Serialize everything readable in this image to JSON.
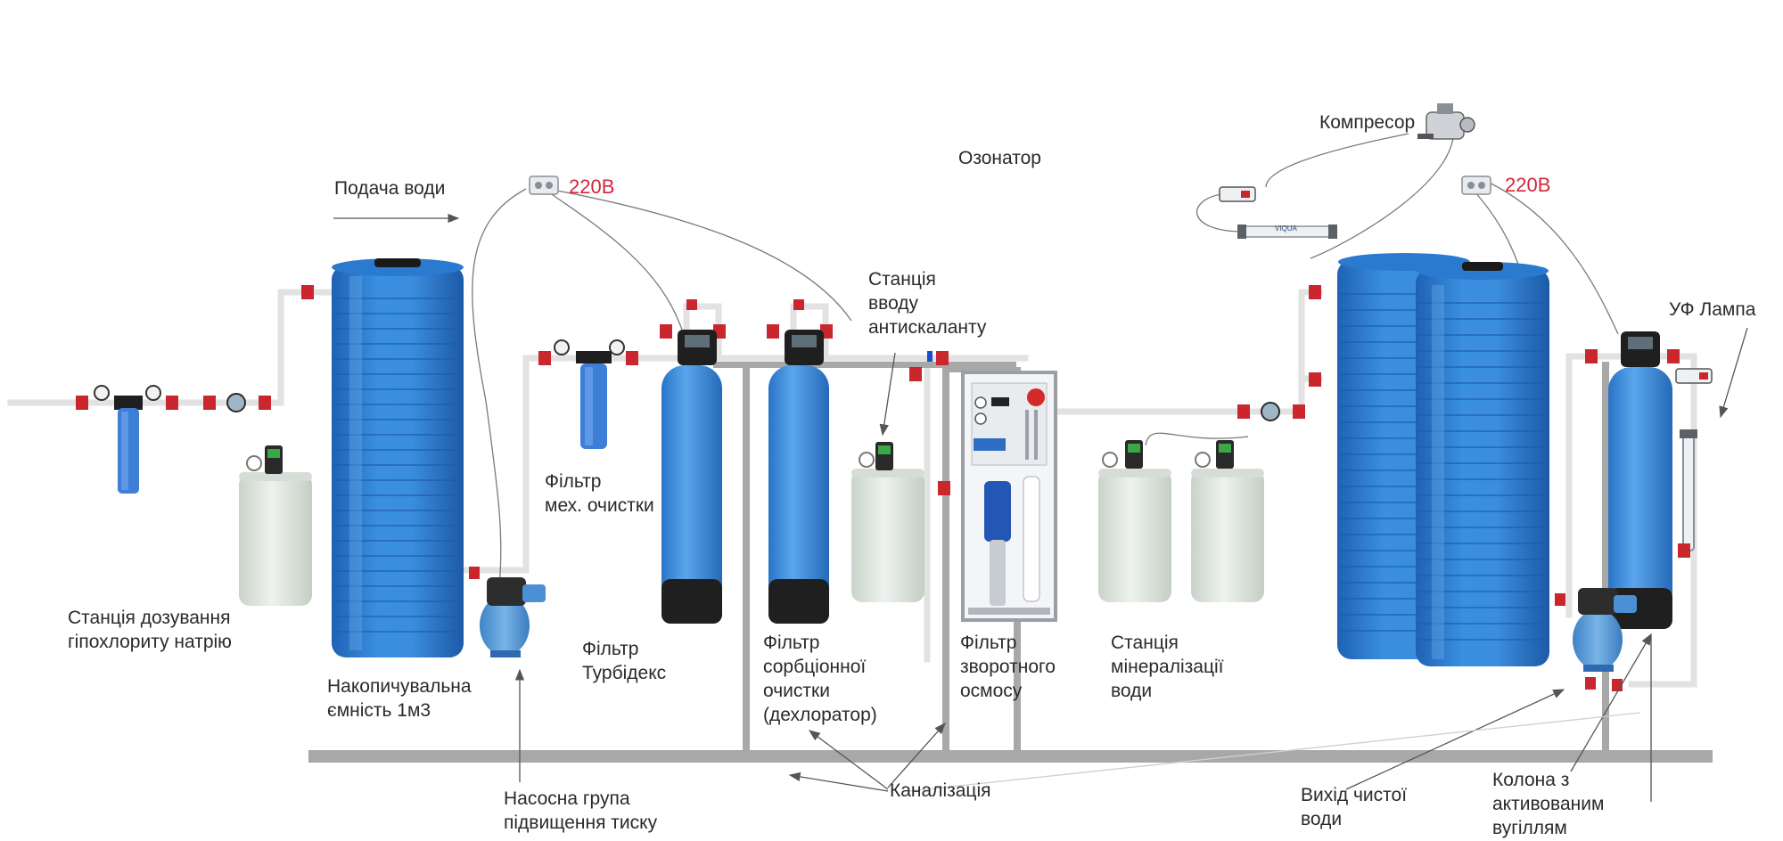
{
  "colors": {
    "tank_blue": "#2f7fd0",
    "pipe": "#e2e2e2",
    "drain": "#a8a8a8",
    "valve_red": "#c9262e",
    "voltage_red": "#d0283c",
    "filter_base": "#1f1f1f",
    "container": "#dfe6df"
  },
  "labels": {
    "water_supply": "Подача води",
    "ozonator": "Озонатор",
    "compressor": "Компресор",
    "uv_lamp": "УФ Лампа",
    "voltage_1": "220В",
    "voltage_2": "220В",
    "hypochlorite_station": [
      "Станція дозування",
      "гіпохлориту натрію"
    ],
    "storage_tank": [
      "Накопичувальна",
      "ємність 1м3"
    ],
    "mech_filter": [
      "Фільтр",
      "мех. очистки"
    ],
    "turbidex_filter": [
      "Фільтр",
      "Турбідекс"
    ],
    "sorption_filter": [
      "Фільтр",
      "сорбціонної",
      "очистки",
      "(дехлоратор)"
    ],
    "antiscalant_station": [
      "Станція",
      "вводу",
      "антискаланту"
    ],
    "ro_filter": [
      "Фільтр",
      "зворотного",
      "осмосу"
    ],
    "mineralization_station": [
      "Станція",
      "мінералізації",
      "води"
    ],
    "pump_group": [
      "Насосна група",
      "підвищення тиску"
    ],
    "sewer": "Каналізація",
    "clean_water_out": [
      "Вихід чистої",
      "води"
    ],
    "carbon_column": [
      "Колона з",
      "активованим",
      "вугіллям"
    ]
  },
  "equipment_text": {
    "uv_brand": "VIQUA"
  }
}
